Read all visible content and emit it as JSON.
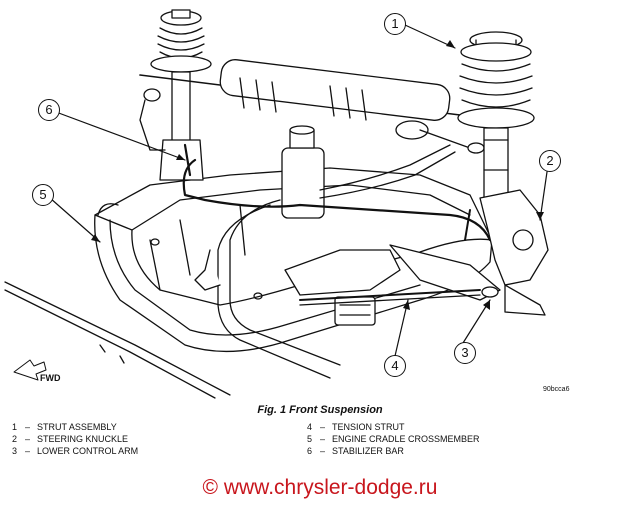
{
  "diagram": {
    "callouts": [
      "1",
      "2",
      "3",
      "4",
      "5",
      "6"
    ],
    "fwd_label": "FWD",
    "figure_code": "90bcca6",
    "caption": "Fig. 1 Front Suspension"
  },
  "legend": {
    "left": [
      {
        "num": "1",
        "sep": "–",
        "text": "STRUT ASSEMBLY"
      },
      {
        "num": "2",
        "sep": "–",
        "text": "STEERING KNUCKLE"
      },
      {
        "num": "3",
        "sep": "–",
        "text": "LOWER CONTROL ARM"
      }
    ],
    "right": [
      {
        "num": "4",
        "sep": "–",
        "text": "TENSION STRUT"
      },
      {
        "num": "5",
        "sep": "–",
        "text": "ENGINE CRADLE CROSSMEMBER"
      },
      {
        "num": "6",
        "sep": "–",
        "text": "STABILIZER BAR"
      }
    ]
  },
  "footer": {
    "copyright": "© www.chrysler-dodge.ru",
    "copyright_color": "#c8161d"
  }
}
